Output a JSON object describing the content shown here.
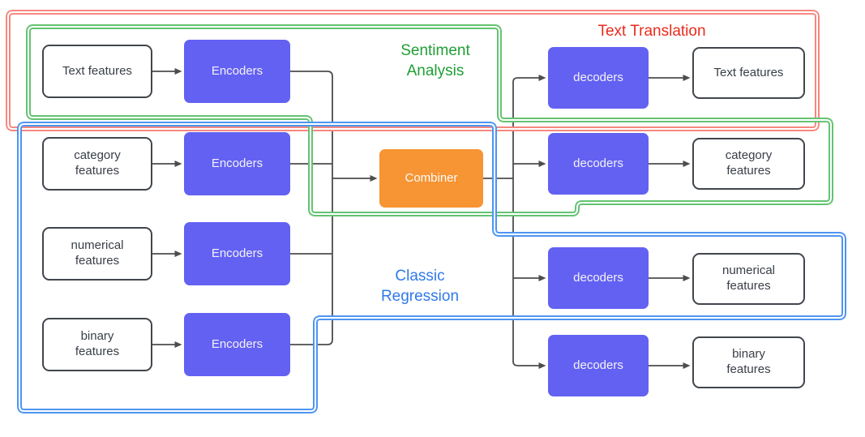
{
  "diagram": {
    "regions": {
      "text_translation": {
        "label": "Text Translation",
        "text_color": "#EA2B1C",
        "outline_color": "#F8877F"
      },
      "sentiment_analysis": {
        "label": "Sentiment\nAnalysis",
        "text_color": "#1F9E34",
        "outline_color": "#63C372"
      },
      "classic_regression": {
        "label": "Classic\nRegression",
        "text_color": "#3079E8",
        "outline_color": "#4D95F2"
      }
    },
    "inputs": [
      {
        "label": "Text features"
      },
      {
        "label": "category\nfeatures"
      },
      {
        "label": "numerical\nfeatures"
      },
      {
        "label": "binary\nfeatures"
      }
    ],
    "encoders": [
      {
        "label": "Encoders"
      },
      {
        "label": "Encoders"
      },
      {
        "label": "Encoders"
      },
      {
        "label": "Encoders"
      }
    ],
    "combiner": {
      "label": "Combiner",
      "fill": "#F79433"
    },
    "decoders": [
      {
        "label": "decoders"
      },
      {
        "label": "decoders"
      },
      {
        "label": "decoders"
      },
      {
        "label": "decoders"
      }
    ],
    "outputs": [
      {
        "label": "Text features"
      },
      {
        "label": "category\nfeatures"
      },
      {
        "label": "numerical\nfeatures"
      },
      {
        "label": "binary\nfeatures"
      }
    ],
    "styles": {
      "encoder_fill": "#6361F2",
      "decoder_fill": "#6361F2",
      "connector_color": "#4D4D4D",
      "box_border": "#41464D"
    }
  }
}
